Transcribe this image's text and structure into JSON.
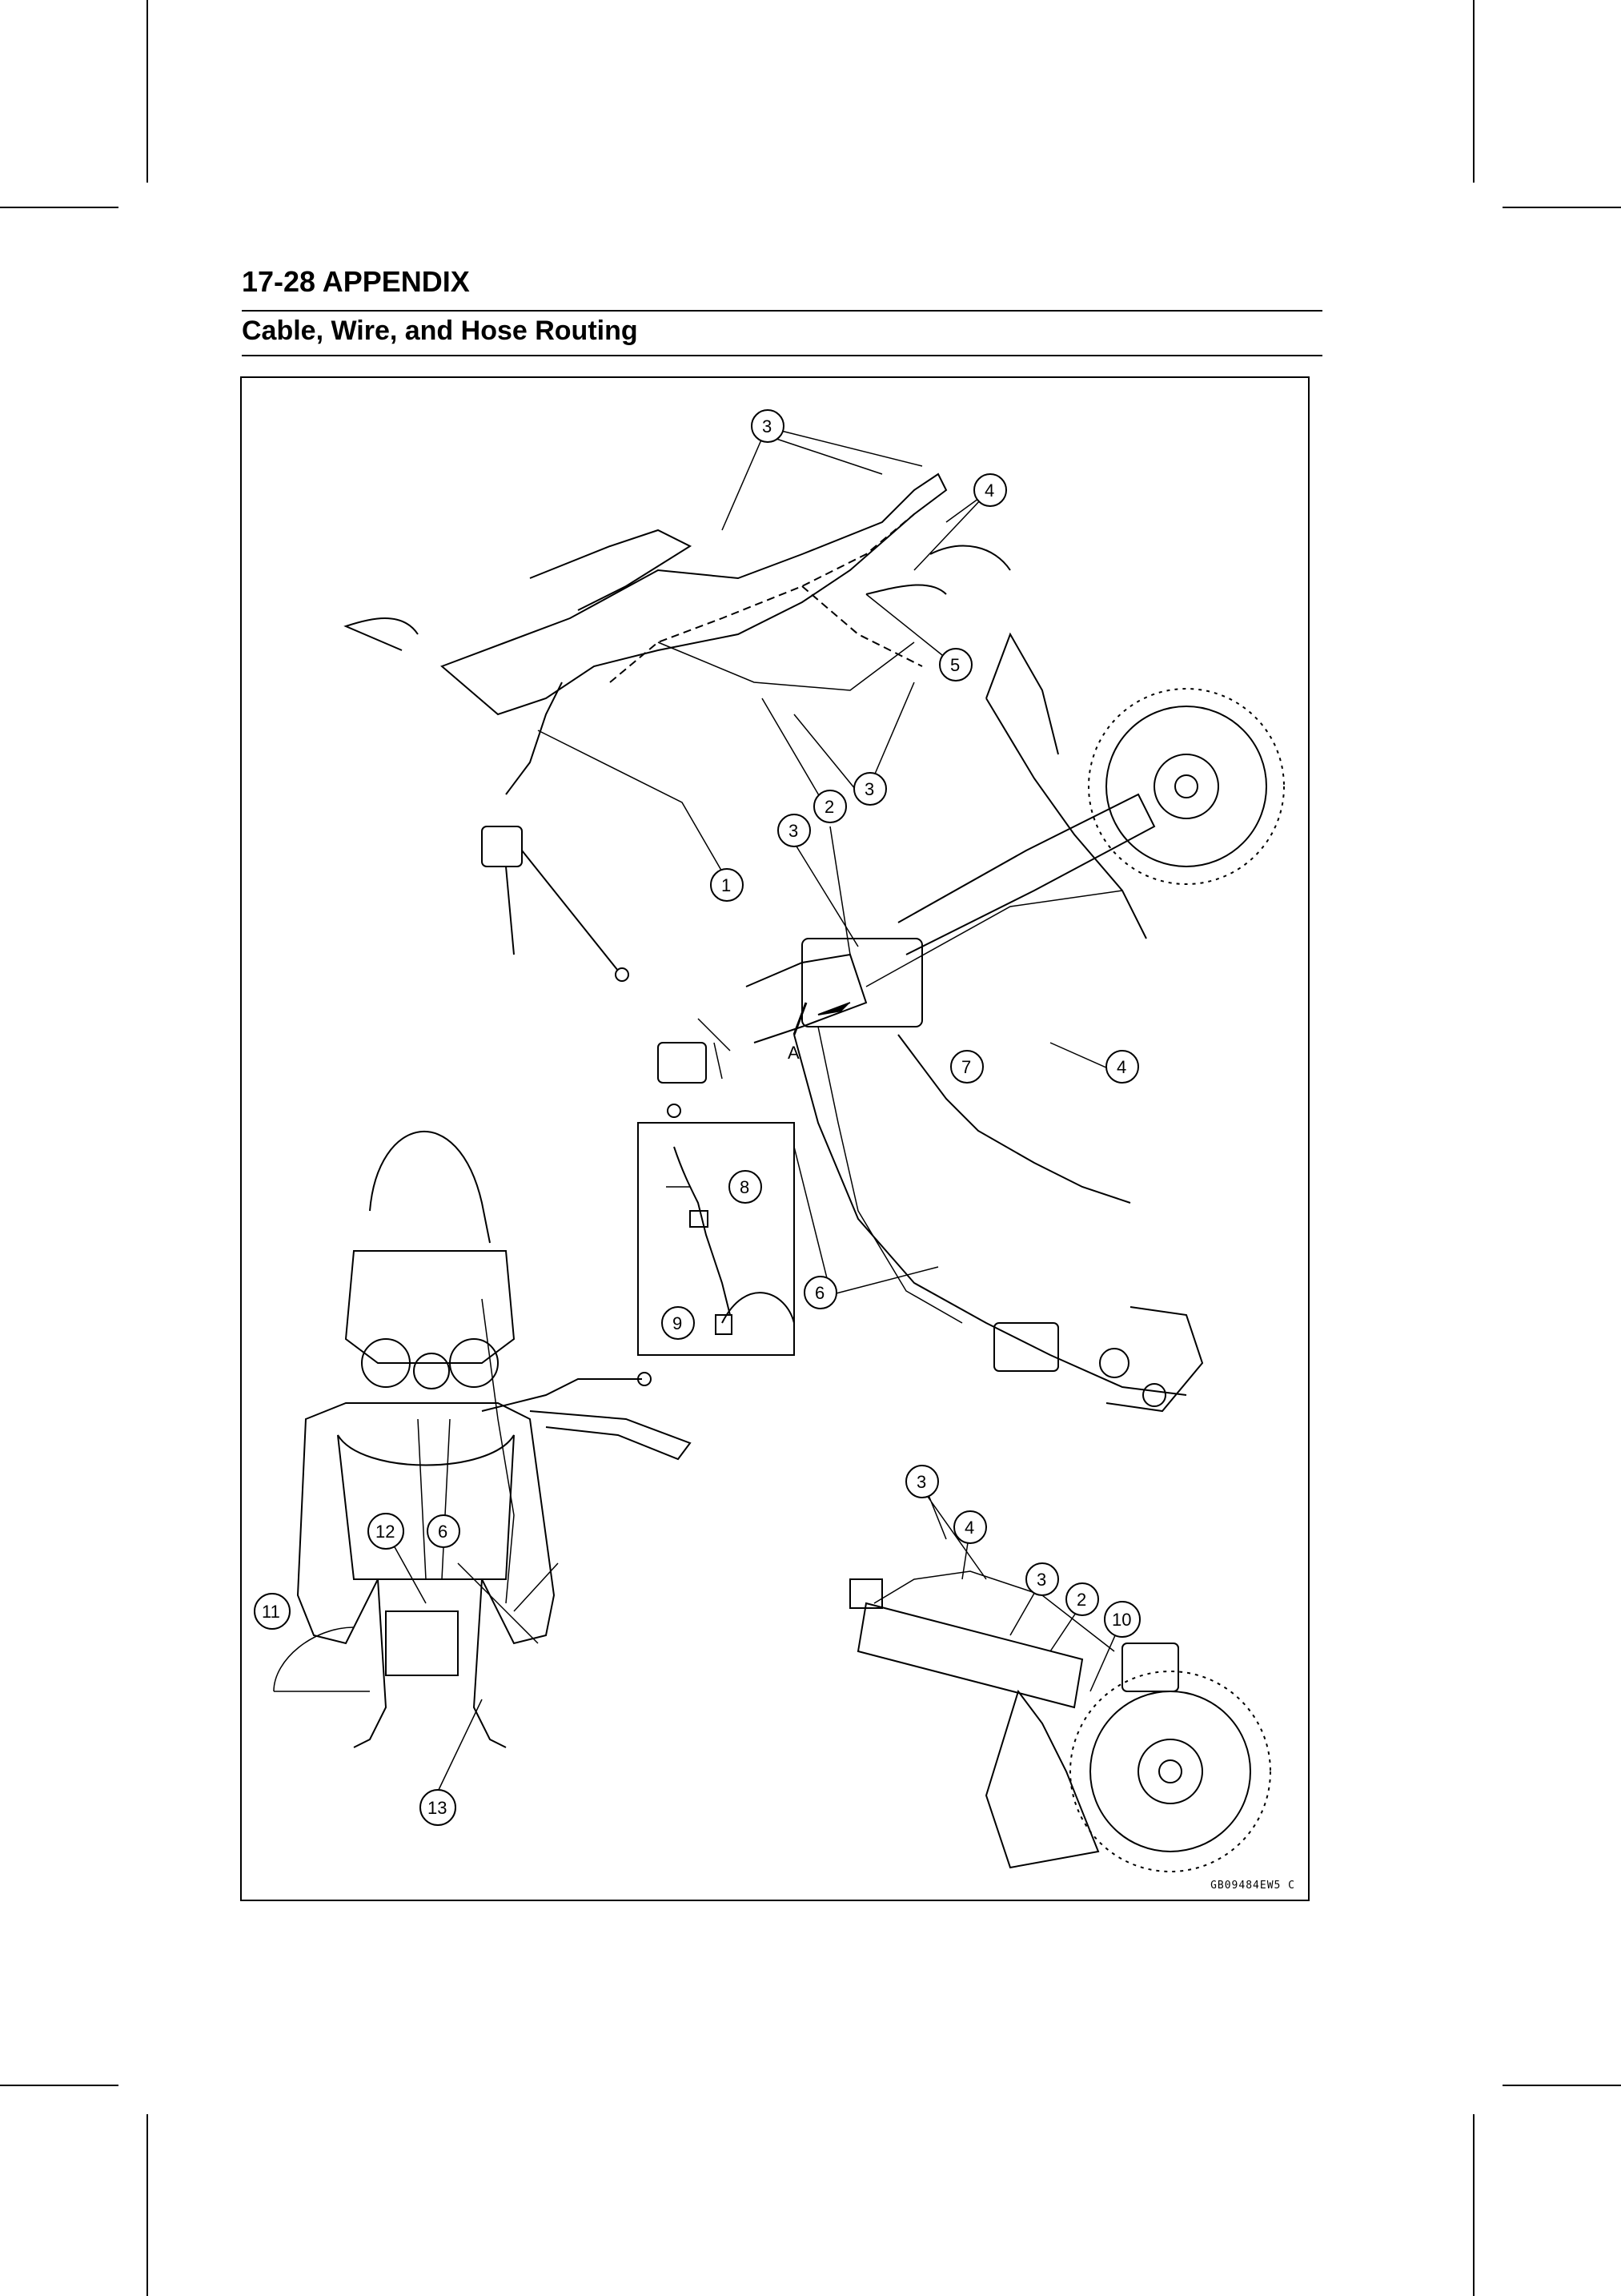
{
  "header": {
    "page_title": "17-28 APPENDIX",
    "section_title": "Cable, Wire, and Hose Routing"
  },
  "figure": {
    "code": "GB09484EW5 C",
    "view_label": "A",
    "callouts": [
      "1",
      "2",
      "3",
      "4",
      "5",
      "6",
      "7",
      "8",
      "9",
      "10",
      "11",
      "12",
      "13"
    ]
  }
}
